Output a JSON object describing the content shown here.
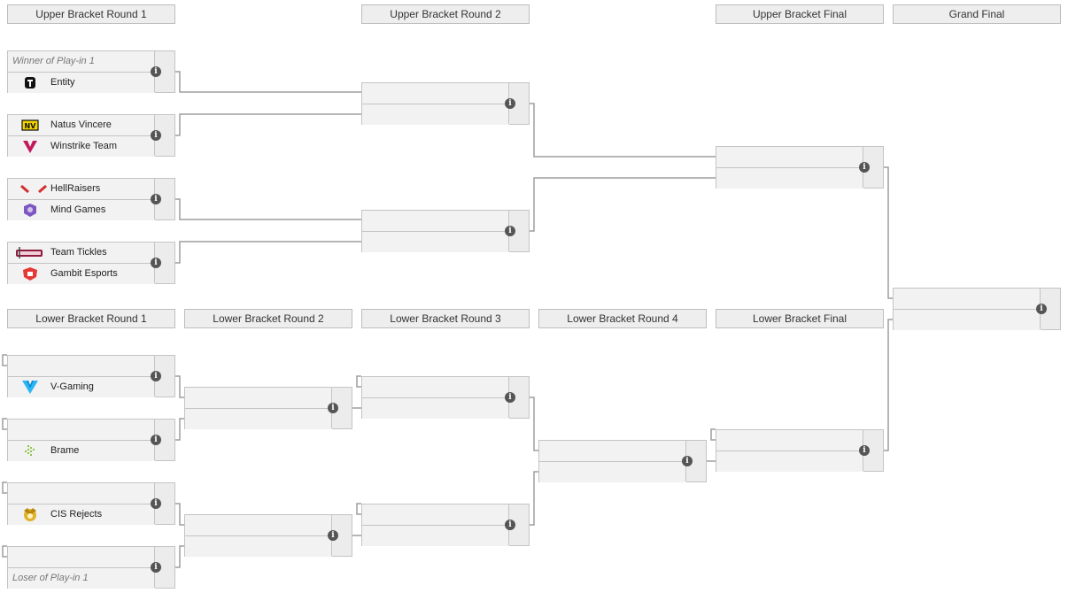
{
  "rounds": {
    "ub1": "Upper Bracket Round 1",
    "ub2": "Upper Bracket Round 2",
    "ubf": "Upper Bracket Final",
    "gf": "Grand Final",
    "lb1": "Lower Bracket Round 1",
    "lb2": "Lower Bracket Round 2",
    "lb3": "Lower Bracket Round 3",
    "lb4": "Lower Bracket Round 4",
    "lbf": "Lower Bracket Final"
  },
  "info_glyph": "i",
  "colors": {
    "connector": "#9e9e9e",
    "header_bg": "#eeeeee",
    "slot_bg": "#f2f2f2"
  },
  "matches": {
    "ub1_m1": {
      "top": {
        "placeholder": "Winner of Play-in 1"
      },
      "bottom": {
        "name": "Entity",
        "icon": "entity-logo-icon"
      }
    },
    "ub1_m2": {
      "top": {
        "name": "Natus Vincere",
        "icon": "navi-logo-icon"
      },
      "bottom": {
        "name": "Winstrike Team",
        "icon": "winstrike-logo-icon"
      }
    },
    "ub1_m3": {
      "top": {
        "name": "HellRaisers",
        "icon": "hellraisers-logo-icon"
      },
      "bottom": {
        "name": "Mind Games",
        "icon": "mind-games-logo-icon"
      }
    },
    "ub1_m4": {
      "top": {
        "name": "Team Tickles",
        "icon": "team-tickles-logo-icon"
      },
      "bottom": {
        "name": "Gambit Esports",
        "icon": "gambit-logo-icon"
      }
    },
    "lb1_m1": {
      "bottom": {
        "name": "V-Gaming",
        "icon": "v-gaming-logo-icon"
      }
    },
    "lb1_m2": {
      "bottom": {
        "name": "Brame",
        "icon": "brame-logo-icon"
      }
    },
    "lb1_m3": {
      "bottom": {
        "name": "CIS Rejects",
        "icon": "cis-rejects-logo-icon"
      }
    },
    "lb1_m4": {
      "bottom": {
        "placeholder": "Loser of Play-in 1"
      }
    }
  }
}
